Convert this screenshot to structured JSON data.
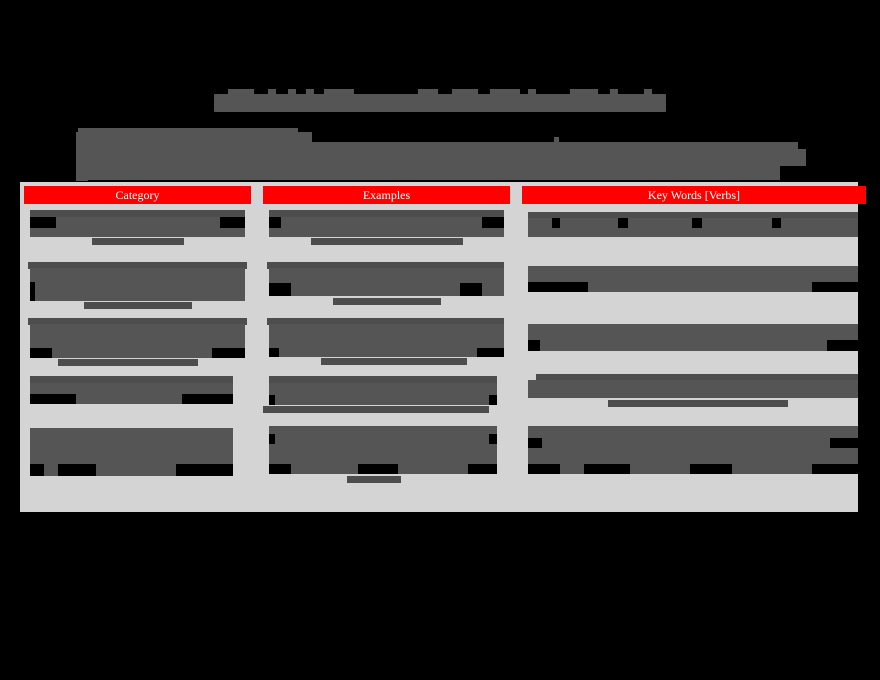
{
  "page": {
    "background_color": "#000000",
    "title_redacted": true,
    "body_text_redacted": true,
    "redaction_color": "#555555"
  },
  "document": {
    "title": "",
    "intro_paragraph": ""
  },
  "table": {
    "border_color": "#d4d4d4",
    "header_background": "#ff0000",
    "header_text_color": "#ffffff",
    "columns": [
      {
        "label": "Category"
      },
      {
        "label": "Examples"
      },
      {
        "label": "Key Words [Verbs]"
      }
    ],
    "rows": [
      {
        "category": "",
        "examples": "",
        "key_words": ""
      },
      {
        "category": "",
        "examples": "",
        "key_words": ""
      },
      {
        "category": "",
        "examples": "",
        "key_words": ""
      },
      {
        "category": "",
        "examples": "",
        "key_words": ""
      },
      {
        "category": "",
        "examples": "",
        "key_words": ""
      },
      {
        "category": "",
        "examples": "",
        "key_words": ""
      }
    ]
  }
}
